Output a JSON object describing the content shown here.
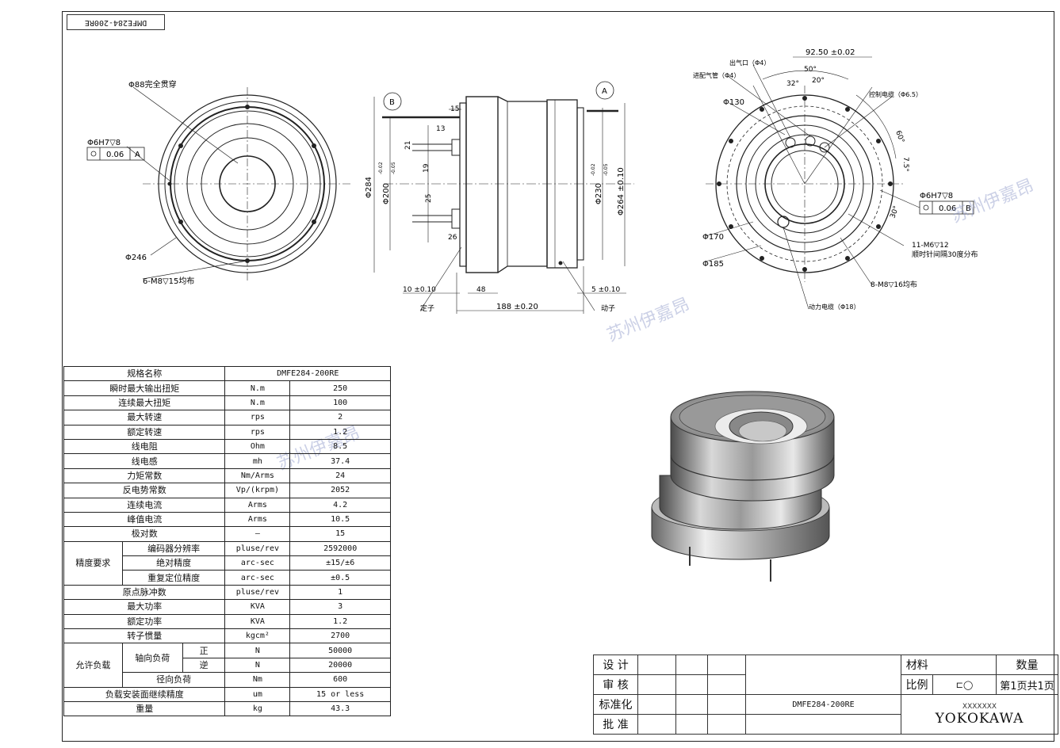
{
  "drawing": {
    "title_stamp": "DMFE284-200RE",
    "watermark": "苏州伊嘉昂"
  },
  "left_view": {
    "through_hole": "Φ88完全贯穿",
    "tolerance_label": "Φ6H7▽8",
    "tolerance_value": "0.06",
    "datum": "A",
    "outer_dia": "Φ246",
    "holes": "6-M8▽15均布"
  },
  "section_view": {
    "datum_b": "B",
    "datum_a": "A",
    "dims": {
      "d15": "15",
      "d13": "13",
      "d21": "21",
      "d19": "19",
      "d25": "25",
      "d26": "26",
      "d284": "Φ284",
      "d200": "Φ200",
      "d200_tol_top": "-0.02",
      "d200_tol_bot": "-0.05",
      "d230": "Φ230",
      "d230_tol_top": "-0.02",
      "d230_tol_bot": "-0.05",
      "d264": "Φ264 ±0.10",
      "d10": "10 ±0.10",
      "d48": "48",
      "d5": "5 ±0.10",
      "d188": "188 ±0.20"
    },
    "stator": "定子",
    "rotor": "动子"
  },
  "right_view": {
    "d92": "92.50 ±0.02",
    "outlet": "出气口（Φ4）",
    "inlet": "进配气管（Φ4）",
    "a50": "50°",
    "a32": "32°",
    "a20": "20°",
    "control_cable": "控制电缆（Φ6.5）",
    "d130": "Φ130",
    "a60": "60°",
    "a75": "7.5°",
    "tolerance_label": "Φ6H7▽8",
    "tolerance_value": "0.06",
    "datum": "B",
    "a30": "30°",
    "holes11": "11-M6▽12",
    "holes11_note": "顺时针间隔30度分布",
    "d170": "Φ170",
    "d185": "Φ185",
    "holes8": "8-M8▽16均布",
    "power_cable": "动力电缆（Φ18）"
  },
  "spec": {
    "header": [
      "规格名称",
      "DMFE284-200RE"
    ],
    "rows": [
      {
        "name": "瞬时最大输出扭矩",
        "unit": "N.m",
        "value": "250"
      },
      {
        "name": "连续最大扭矩",
        "unit": "N.m",
        "value": "100"
      },
      {
        "name": "最大转速",
        "unit": "rps",
        "value": "2"
      },
      {
        "name": "额定转速",
        "unit": "rps",
        "value": "1.2"
      },
      {
        "name": "线电阻",
        "unit": "Ohm",
        "value": "8.5"
      },
      {
        "name": "线电感",
        "unit": "mh",
        "value": "37.4"
      },
      {
        "name": "力矩常数",
        "unit": "Nm/Arms",
        "value": "24"
      },
      {
        "name": "反电势常数",
        "unit": "Vp/(krpm)",
        "value": "2052"
      },
      {
        "name": "连续电流",
        "unit": "Arms",
        "value": "4.2"
      },
      {
        "name": "峰值电流",
        "unit": "Arms",
        "value": "10.5"
      },
      {
        "name": "极对数",
        "unit": "—",
        "value": "15"
      }
    ],
    "precision_group": "精度要求",
    "precision_rows": [
      {
        "name": "编码器分辨率",
        "unit": "pluse/rev",
        "value": "2592000"
      },
      {
        "name": "绝对精度",
        "unit": "arc-sec",
        "value": "±15/±6"
      },
      {
        "name": "重复定位精度",
        "unit": "arc-sec",
        "value": "±0.5"
      }
    ],
    "rows2": [
      {
        "name": "原点脉冲数",
        "unit": "pluse/rev",
        "value": "1"
      },
      {
        "name": "最大功率",
        "unit": "KVA",
        "value": "3"
      },
      {
        "name": "额定功率",
        "unit": "KVA",
        "value": "1.2"
      },
      {
        "name": "转子惯量",
        "unit": "kgcm²",
        "value": "2700"
      }
    ],
    "load_group": "允许负载",
    "axial": "轴向负荷",
    "pos": "正",
    "neg": "逆",
    "axial_pos": {
      "unit": "N",
      "value": "50000"
    },
    "axial_neg": {
      "unit": "N",
      "value": "20000"
    },
    "radial": {
      "name": "径向负荷",
      "unit": "Nm",
      "value": "600"
    },
    "rows3": [
      {
        "name": "负载安装面继续精度",
        "unit": "um",
        "value": "15 or less"
      },
      {
        "name": "重量",
        "unit": "kg",
        "value": "43.3"
      }
    ]
  },
  "title_block": {
    "design": "设 计",
    "review": "审 核",
    "standard": "标准化",
    "approve": "批 准",
    "material": "材料",
    "quantity": "数量",
    "scale": "比例",
    "page": "第1页共1页",
    "part_no": "DMFE284-200RE",
    "company_code": "XXXXXXX",
    "company": "YOKOKAWA"
  }
}
